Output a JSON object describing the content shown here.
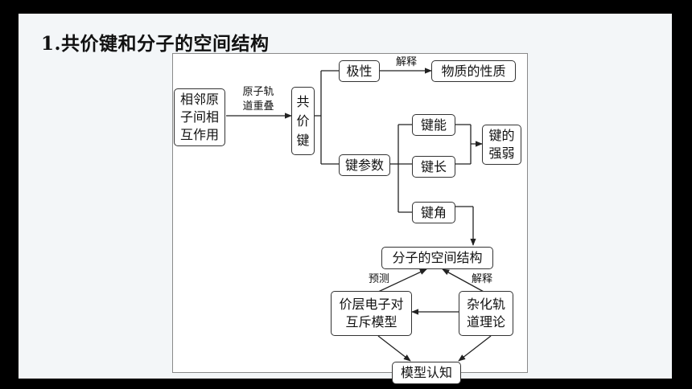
{
  "slide": {
    "title": "1.共价键和分子的空间结构"
  },
  "diagram": {
    "nodes": {
      "adjacent_atoms": "相邻原\n子间相\n互作用",
      "covalent_bond": "共\n价\n键",
      "polarity": "极性",
      "substance_properties": "物质的性质",
      "bond_parameters": "键参数",
      "bond_energy": "键能",
      "bond_length": "键长",
      "bond_angle": "键角",
      "bond_strength": "键的\n强弱",
      "molecular_structure": "分子的空间结构",
      "vsepr_model": "价层电子对\n互斥模型",
      "hybrid_orbital_theory": "杂化轨\n道理论",
      "model_cognition": "模型认知"
    },
    "edge_labels": {
      "orbital_overlap": "原子轨\n道重叠",
      "explain_top": "解释",
      "predict": "预测",
      "explain_bottom": "解释"
    }
  }
}
